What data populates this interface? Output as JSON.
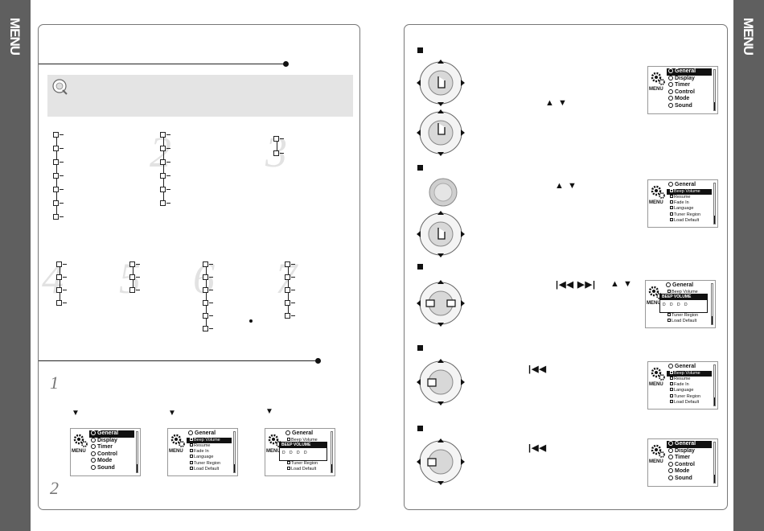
{
  "side_tabs": {
    "left": "MENU",
    "right": "MENU"
  },
  "screens": {
    "main_menu": {
      "menu_label": "MENU",
      "items": [
        "General",
        "Display",
        "Timer",
        "Control",
        "Mode",
        "Sound"
      ]
    },
    "general_submenu": {
      "menu_label": "MENU",
      "header": "General",
      "items": [
        "Beep Volume",
        "Resume",
        "Fade In",
        "Language",
        "Tuner Region",
        "Load Default"
      ]
    },
    "beep_popup": {
      "menu_label": "MENU",
      "header": "General",
      "top_item": "Beep Volume",
      "popup_title": "BEEP VOLUME",
      "popup_levels": "D    D    D    D",
      "lower_items": [
        "Tuner Region",
        "Load Default"
      ]
    }
  },
  "left_panel": {
    "diagram_numbers": [
      "2",
      "3",
      "4",
      "5",
      "6",
      "7"
    ],
    "step_numbers": [
      "1",
      "2"
    ]
  },
  "icons": [
    "tip-icon",
    "gear-icon",
    "jog-dial-icon",
    "pointing-hand-icon",
    "up-triangle-icon",
    "down-triangle-icon",
    "prev-track-icon",
    "next-track-icon",
    "section-square-icon"
  ],
  "symbols": {
    "up_down": "▲ ▼",
    "down": "▼",
    "prev": "|◀◀",
    "next": "▶▶|",
    "prev_next": "|◀◀  ▶▶|"
  }
}
